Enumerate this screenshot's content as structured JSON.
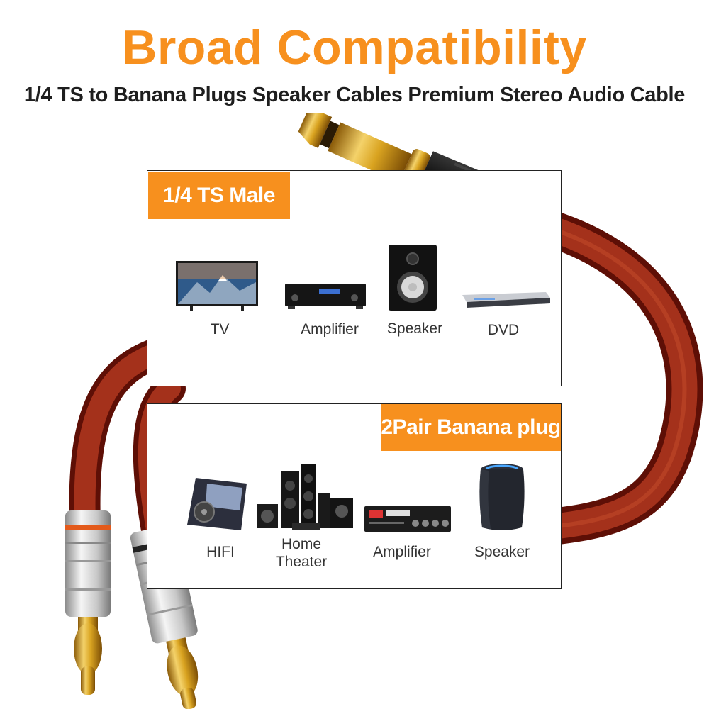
{
  "header": {
    "title": "Broad Compatibility",
    "subtitle": "1/4 TS to Banana Plugs Speaker Cables  Premium Stereo Audio Cable"
  },
  "panel_top": {
    "tag": "1/4 TS Male",
    "devices": [
      {
        "label": "TV",
        "icon": "tv-icon"
      },
      {
        "label": "Amplifier",
        "icon": "amplifier-icon"
      },
      {
        "label": "Speaker",
        "icon": "speaker-icon"
      },
      {
        "label": "DVD",
        "icon": "dvd-player-icon"
      }
    ]
  },
  "panel_bottom": {
    "tag": "2Pair Banana plug",
    "devices": [
      {
        "label": "HIFI",
        "icon": "hifi-player-icon"
      },
      {
        "label": "Home",
        "label2": "Theater",
        "icon": "home-theater-icon"
      },
      {
        "label": "Amplifier",
        "icon": "amplifier-icon"
      },
      {
        "label": "Speaker",
        "icon": "smart-speaker-icon"
      }
    ]
  },
  "colors": {
    "accent": "#f7901e",
    "cable": "#8a1a0e",
    "gold": "#d9a320"
  }
}
